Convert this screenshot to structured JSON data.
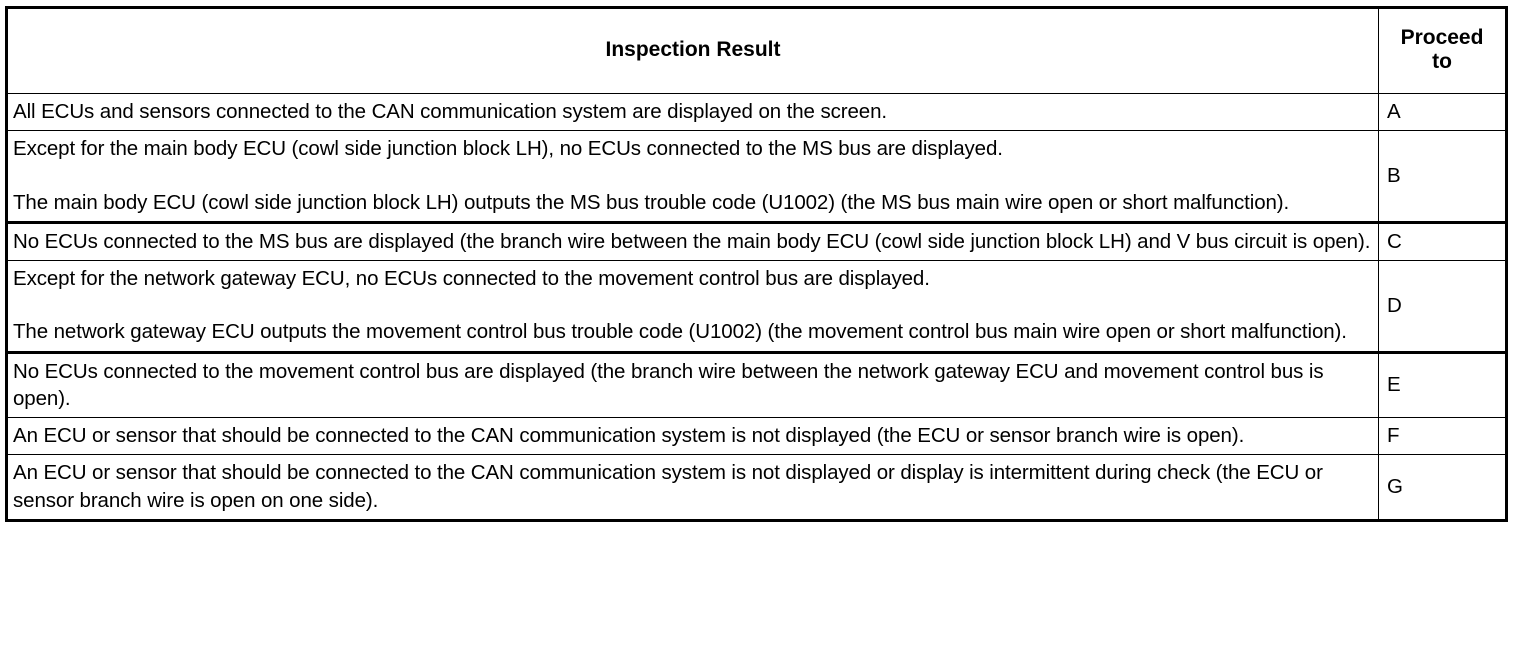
{
  "table": {
    "columns": [
      {
        "key": "inspection_result",
        "label": "Inspection Result"
      },
      {
        "key": "proceed_to",
        "label": "Proceed\nto",
        "label_line1": "Proceed",
        "label_line2": "to"
      }
    ],
    "rows": [
      {
        "paragraphs": [
          "All ECUs and sensors connected to the CAN communication system are displayed on the screen."
        ],
        "proceed_to": "A"
      },
      {
        "paragraphs": [
          "Except for the main body ECU (cowl side junction block LH), no ECUs connected to the MS bus are displayed.",
          "The main body ECU (cowl side junction block LH) outputs the MS bus trouble code (U1002) (the MS bus main wire open or short malfunction)."
        ],
        "proceed_to": "B"
      },
      {
        "paragraphs": [
          "No ECUs connected to the MS bus are displayed (the branch wire between the main body ECU (cowl side junction block LH) and V bus circuit is open)."
        ],
        "proceed_to": "C"
      },
      {
        "paragraphs": [
          "Except for the network gateway ECU, no ECUs connected to the movement control bus are displayed.",
          "The network gateway ECU outputs the movement control bus trouble code (U1002) (the movement control bus main wire open or short malfunction)."
        ],
        "proceed_to": "D"
      },
      {
        "paragraphs": [
          "No ECUs connected to the movement control bus are displayed (the branch wire between the network gateway ECU and movement control bus is open)."
        ],
        "proceed_to": "E"
      },
      {
        "paragraphs": [
          "An ECU or sensor that should be connected to the CAN communication system is not displayed (the ECU or sensor branch wire is open)."
        ],
        "proceed_to": "F"
      },
      {
        "paragraphs": [
          "An ECU or sensor that should be connected to the CAN communication system is not displayed or display is intermittent during check (the ECU or sensor branch wire is open on one side)."
        ],
        "proceed_to": "G"
      }
    ]
  },
  "colors": {
    "border": "#000000",
    "text": "#000000",
    "background": "#ffffff"
  }
}
